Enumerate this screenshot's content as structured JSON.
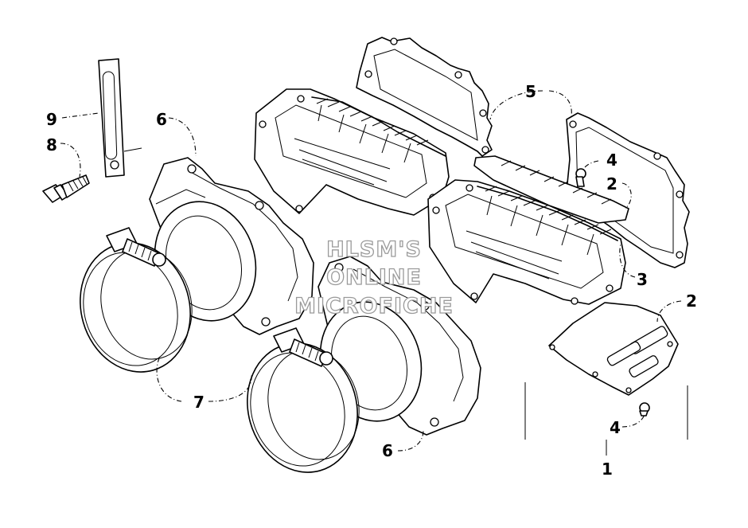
{
  "diagram": {
    "callouts": {
      "c1": "1",
      "c2a": "2",
      "c2b": "2",
      "c3": "3",
      "c4a": "4",
      "c4b": "4",
      "c5": "5",
      "c6a": "6",
      "c6b": "6",
      "c7": "7",
      "c8": "8",
      "c9": "9"
    },
    "watermark": {
      "line1": "HLSM'S",
      "line2": "ONLINE",
      "line3": "MICROFICHE"
    }
  }
}
